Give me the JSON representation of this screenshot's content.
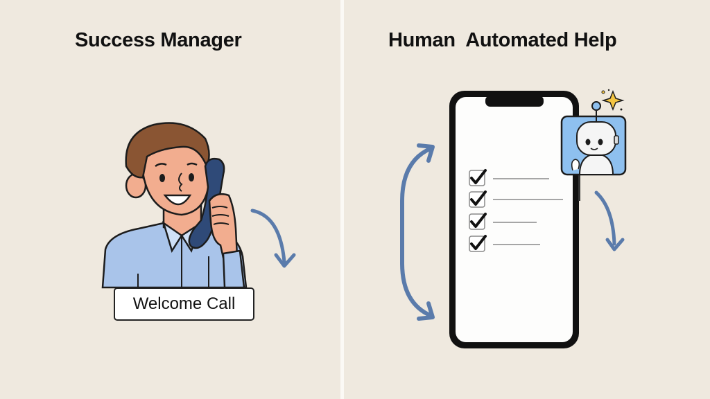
{
  "panels": {
    "left": {
      "title": "Success Manager",
      "label": "Welcome Call",
      "illustration": "person-on-phone",
      "arrow": "curved-down-arrow"
    },
    "right": {
      "title": "Human  Automated Help",
      "illustration": "smartphone-with-checklist",
      "checklist_items": 4,
      "avatar": "robot-assistant",
      "arrows": [
        "bidirectional-curved-arrow",
        "curved-down-arrow"
      ]
    }
  },
  "colors": {
    "background": "#efe9df",
    "divider": "#fbf9f5",
    "arrow": "#5a7bab",
    "shirt": "#a9c4ea",
    "hair": "#8a5533",
    "skin": "#f2ad8f",
    "phone_handset": "#2f4a78",
    "robot_bg": "#8ec0ef"
  }
}
